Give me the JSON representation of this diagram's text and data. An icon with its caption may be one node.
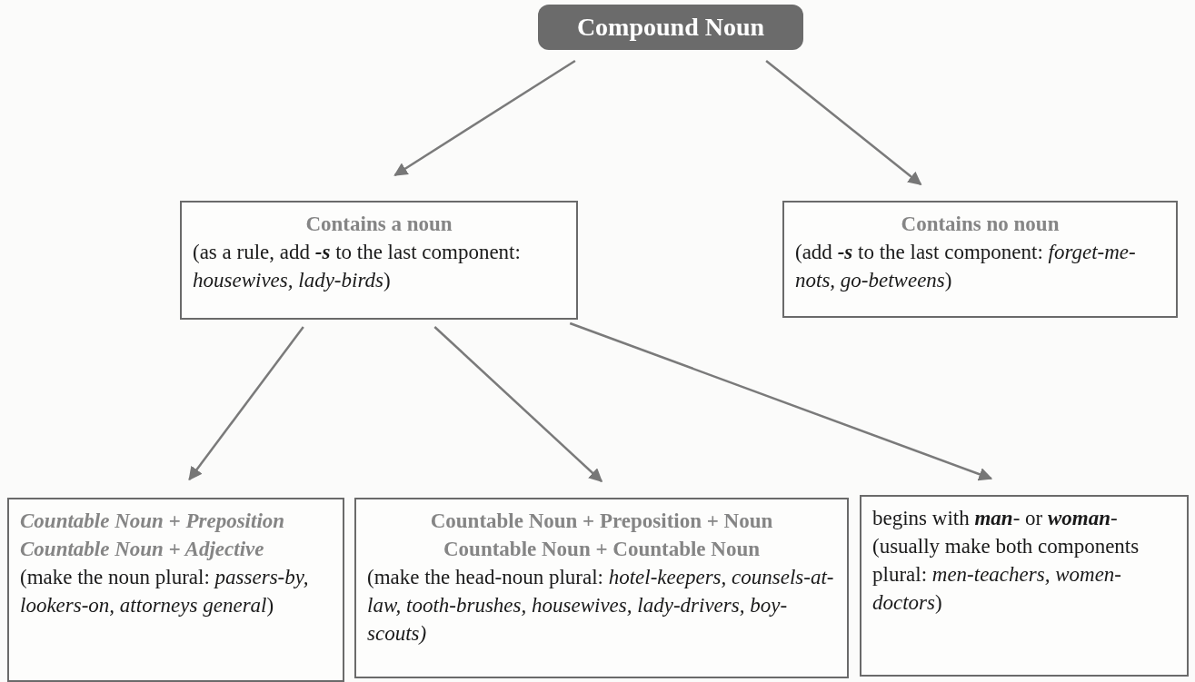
{
  "diagram": {
    "nodes": [
      {
        "text": [
          "Compound Noun"
        ]
      },
      {
        "text": [
          "Contains a noun",
          "(as a rule, add **-s** to the last component: *housewives, lady-birds*)"
        ]
      },
      {
        "text": [
          "Contains no noun",
          "(add **-s** to the last component: *forget-me-nots, go-betweens*)"
        ]
      },
      {
        "text": [
          "Countable Noun + Preposition",
          "Countable Noun + Adjective",
          "(make the noun plural: *passers-by, lookers-on, attorneys general*)"
        ]
      },
      {
        "text": [
          "Countable Noun + Preposition + Noun",
          "Countable Noun + Countable Noun",
          "(make the head-noun plural: *hotel-keepers, counsels-at-law, tooth-brushes, housewives, lady-drivers, boy-scouts)*"
        ]
      },
      {
        "text": [
          "begins with **man**- or **woman**- (usually make both components plural: *men-teachers, women-doctors*)"
        ]
      }
    ],
    "edges": [
      {
        "from": 0,
        "to": 1,
        "arrow": "to"
      },
      {
        "from": 0,
        "to": 2,
        "arrow": "to"
      },
      {
        "from": 1,
        "to": 3,
        "arrow": "to"
      },
      {
        "from": 1,
        "to": 4,
        "arrow": "to"
      },
      {
        "from": 1,
        "to": 5,
        "arrow": "to"
      }
    ]
  }
}
